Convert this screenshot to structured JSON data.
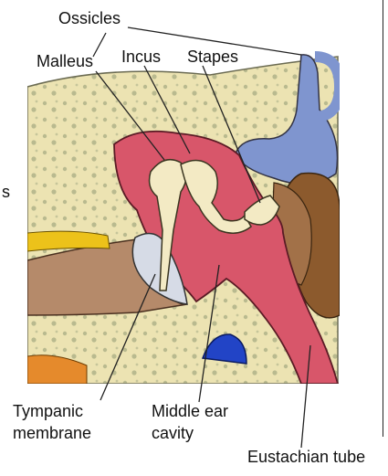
{
  "labels": {
    "ossicles": "Ossicles",
    "malleus": "Malleus",
    "incus": "Incus",
    "stapes": "Stapes",
    "tympanic_line1": "Tympanic",
    "tympanic_line2": "membrane",
    "middle_ear_line1": "Middle ear",
    "middle_ear_line2": "cavity",
    "eustachian": "Eustachian tube",
    "edge_fragment": "s"
  },
  "colors": {
    "bone": "#ece3b2",
    "bone_spots": "#b9ba8f",
    "cavity": "#d8566a",
    "ossicle": "#f3eac4",
    "ear_canal": "#b58a6a",
    "membrane": "#d6dbe6",
    "inner_ear_blue": "#7f95cf",
    "cochlea_brown": "#8c5a2d",
    "nerve_brown": "#a27148",
    "carotid_blue": "#2244c6",
    "outer_orange": "#e58a2c",
    "yellow_strip": "#ecc21a",
    "leader": "#222222"
  }
}
